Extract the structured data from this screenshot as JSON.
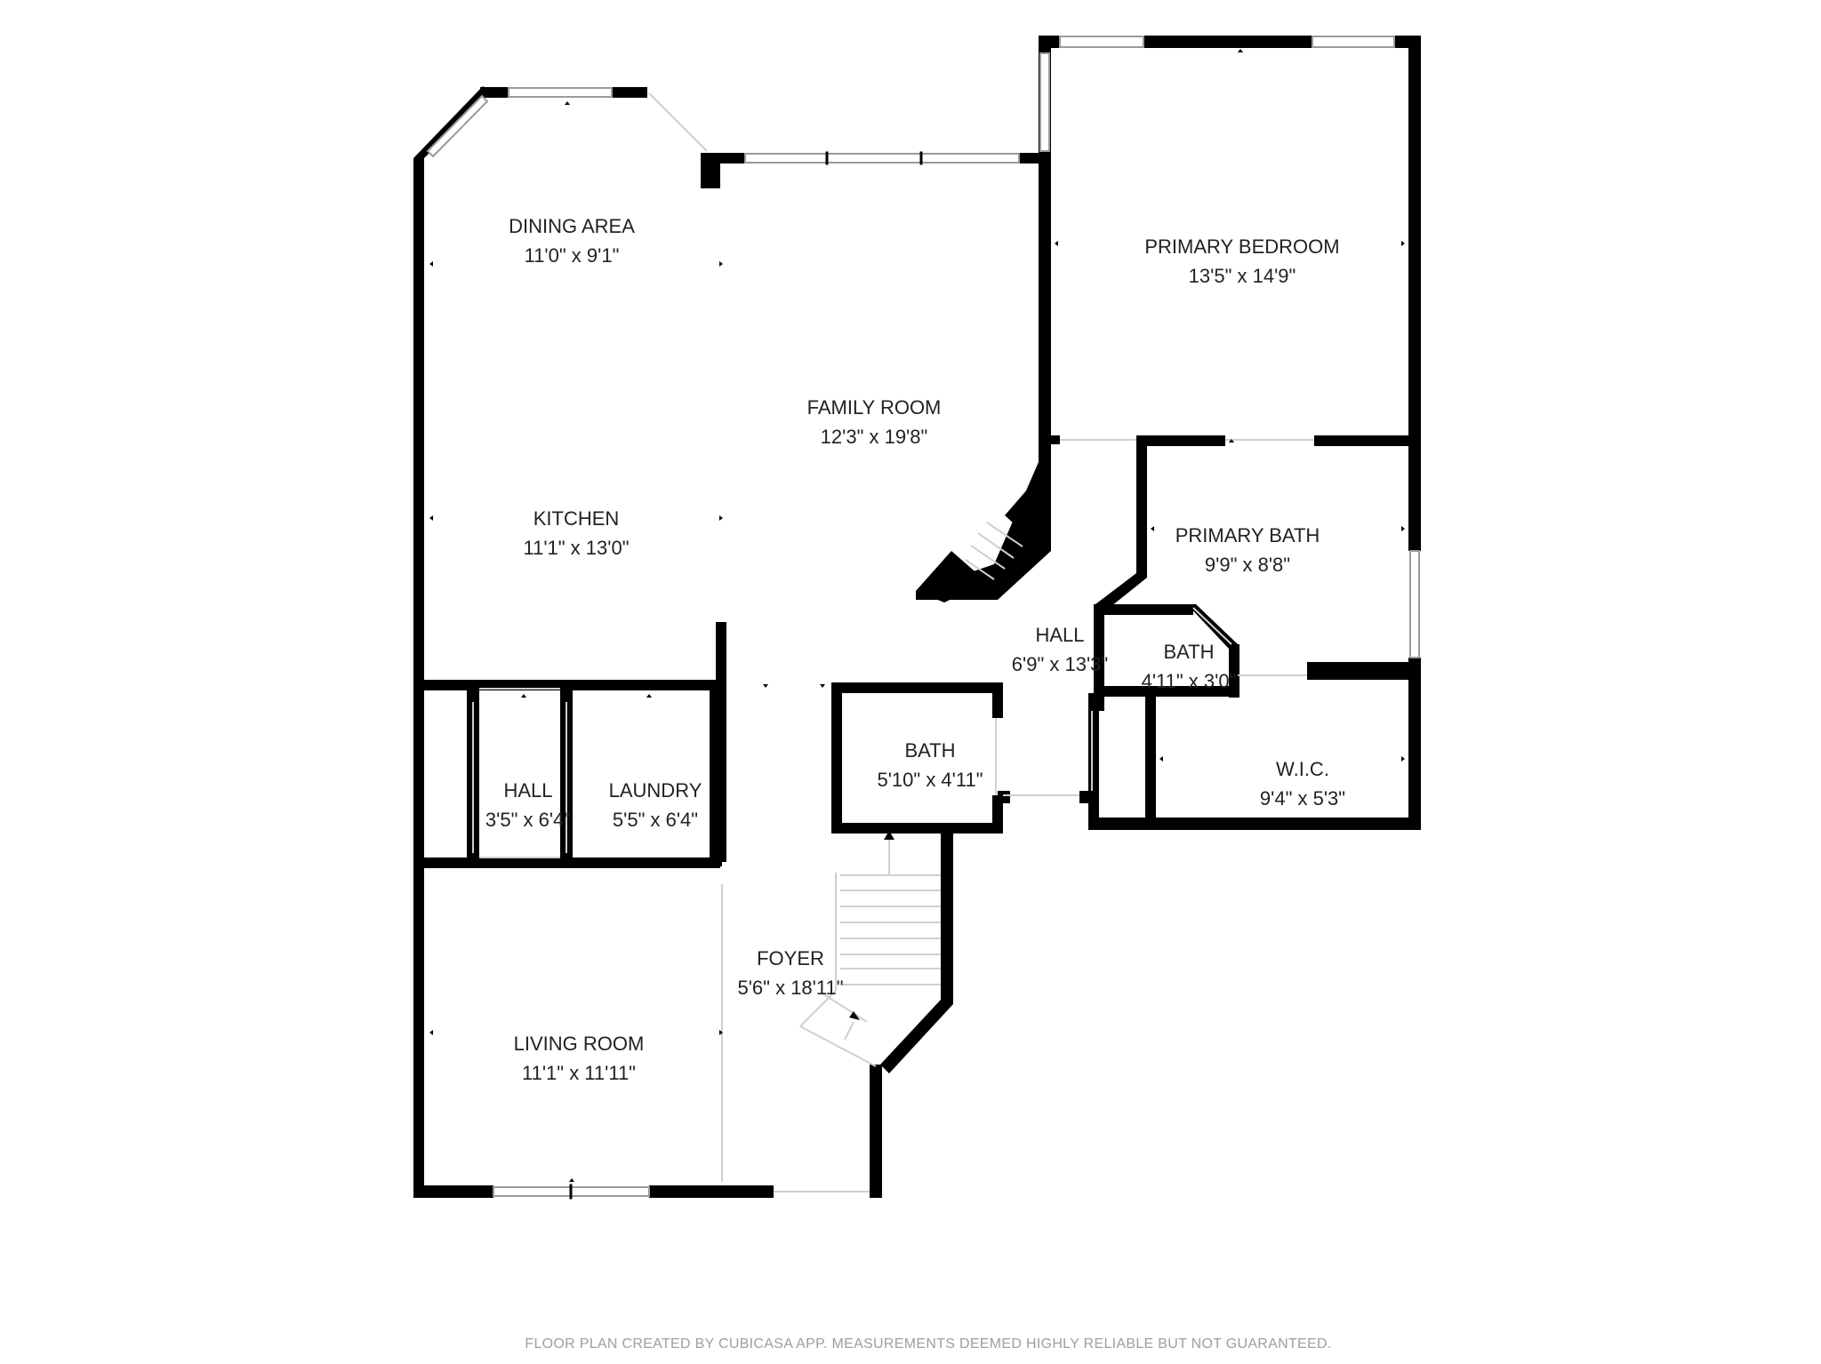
{
  "rooms": [
    {
      "id": "dining-area",
      "name": "DINING AREA",
      "dims": "11'0\" x 9'1\""
    },
    {
      "id": "family-room",
      "name": "FAMILY ROOM",
      "dims": "12'3\" x 19'8\""
    },
    {
      "id": "primary-bedroom",
      "name": "PRIMARY BEDROOM",
      "dims": "13'5\" x 14'9\""
    },
    {
      "id": "kitchen",
      "name": "KITCHEN",
      "dims": "11'1\" x 13'0\""
    },
    {
      "id": "primary-bath",
      "name": "PRIMARY BATH",
      "dims": "9'9\" x 8'8\""
    },
    {
      "id": "hall-upper",
      "name": "HALL",
      "dims": "6'9\" x 13'3\""
    },
    {
      "id": "bath-small",
      "name": "BATH",
      "dims": "4'11\" x 3'0\""
    },
    {
      "id": "bath-main",
      "name": "BATH",
      "dims": "5'10\" x 4'11\""
    },
    {
      "id": "hall-lower",
      "name": "HALL",
      "dims": "3'5\" x 6'4\""
    },
    {
      "id": "laundry",
      "name": "LAUNDRY",
      "dims": "5'5\" x 6'4\""
    },
    {
      "id": "wic",
      "name": "W.I.C.",
      "dims": "9'4\" x 5'3\""
    },
    {
      "id": "foyer",
      "name": "FOYER",
      "dims": "5'6\" x 18'11\""
    },
    {
      "id": "living-room",
      "name": "LIVING ROOM",
      "dims": "11'1\" x 11'11\""
    }
  ],
  "footer": "FLOOR PLAN CREATED BY CUBICASA APP. MEASUREMENTS DEEMED HIGHLY RELIABLE BUT NOT GUARANTEED.",
  "colors": {
    "wall": "#000000",
    "window": "#9a9a9a",
    "label": "#222222",
    "footer": "#9e9e9e"
  }
}
